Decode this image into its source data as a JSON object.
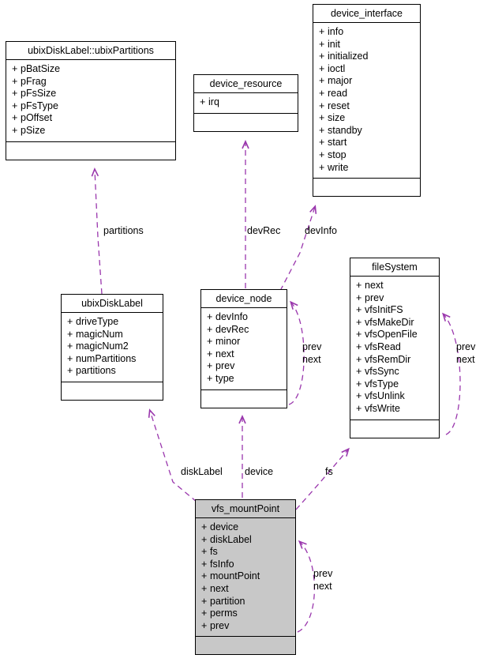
{
  "diagram": {
    "type": "uml-collaboration-diagram",
    "accent_color": "#8b1a9b",
    "edge_color": "#9a37ad",
    "highlight_fill": "#c8c8c8",
    "border_color": "#000000",
    "background": "#ffffff"
  },
  "classes": {
    "ubix_partitions": {
      "name": "ubixDiskLabel::ubixPartitions",
      "members": [
        "pBatSize",
        "pFrag",
        "pFsSize",
        "pFsType",
        "pOffset",
        "pSize"
      ],
      "methods": []
    },
    "device_resource": {
      "name": "device_resource",
      "members": [
        "irq"
      ],
      "methods": []
    },
    "device_interface": {
      "name": "device_interface",
      "members": [
        "info",
        "init",
        "initialized",
        "ioctl",
        "major",
        "read",
        "reset",
        "size",
        "standby",
        "start",
        "stop",
        "write"
      ],
      "methods": []
    },
    "ubix_disk_label": {
      "name": "ubixDiskLabel",
      "members": [
        "driveType",
        "magicNum",
        "magicNum2",
        "numPartitions",
        "partitions"
      ],
      "methods": []
    },
    "device_node": {
      "name": "device_node",
      "members": [
        "devInfo",
        "devRec",
        "minor",
        "next",
        "prev",
        "type"
      ],
      "methods": []
    },
    "file_system": {
      "name": "fileSystem",
      "members": [
        "next",
        "prev",
        "vfsInitFS",
        "vfsMakeDir",
        "vfsOpenFile",
        "vfsRead",
        "vfsRemDir",
        "vfsSync",
        "vfsType",
        "vfsUnlink",
        "vfsWrite"
      ],
      "methods": []
    },
    "vfs_mount_point": {
      "name": "vfs_mountPoint",
      "members": [
        "device",
        "diskLabel",
        "fs",
        "fsInfo",
        "mountPoint",
        "next",
        "partition",
        "perms",
        "prev"
      ],
      "methods": [],
      "highlighted": true
    }
  },
  "edge_labels": {
    "partitions": "partitions",
    "dev_rec": "devRec",
    "dev_info": "devInfo",
    "disk_label": "diskLabel",
    "device": "device",
    "fs": "fs",
    "device_node_prev": "prev",
    "device_node_next": "next",
    "file_system_prev": "prev",
    "file_system_next": "next",
    "mount_point_prev": "prev",
    "mount_point_next": "next"
  },
  "member_prefix": "+"
}
